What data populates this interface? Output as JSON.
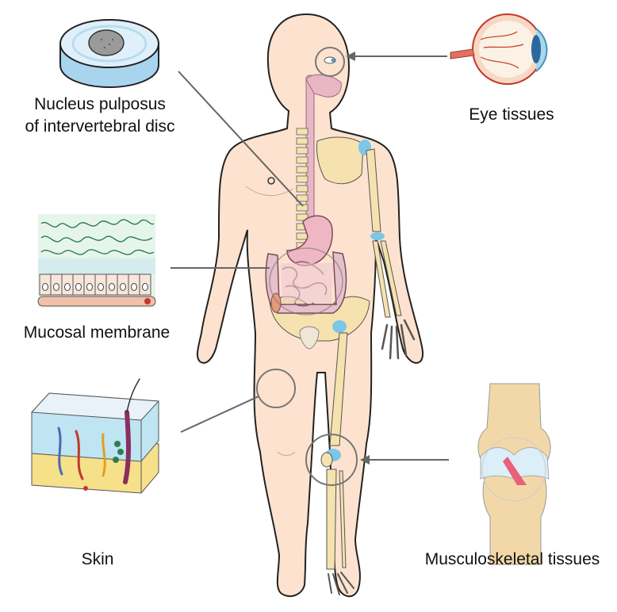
{
  "labels": {
    "nucleus_line1": "Nucleus pulposus",
    "nucleus_line2": "of intervertebral disc",
    "eye": "Eye tissues",
    "mucosal": "Mucosal membrane",
    "skin": "Skin",
    "musculoskeletal": "Musculoskeletal tissues"
  },
  "colors": {
    "skin": "#fde3cf",
    "bone": "#f5e2ae",
    "cartilage": "#7cc6e8",
    "gut": "#e8b6c4",
    "line": "#666666"
  }
}
